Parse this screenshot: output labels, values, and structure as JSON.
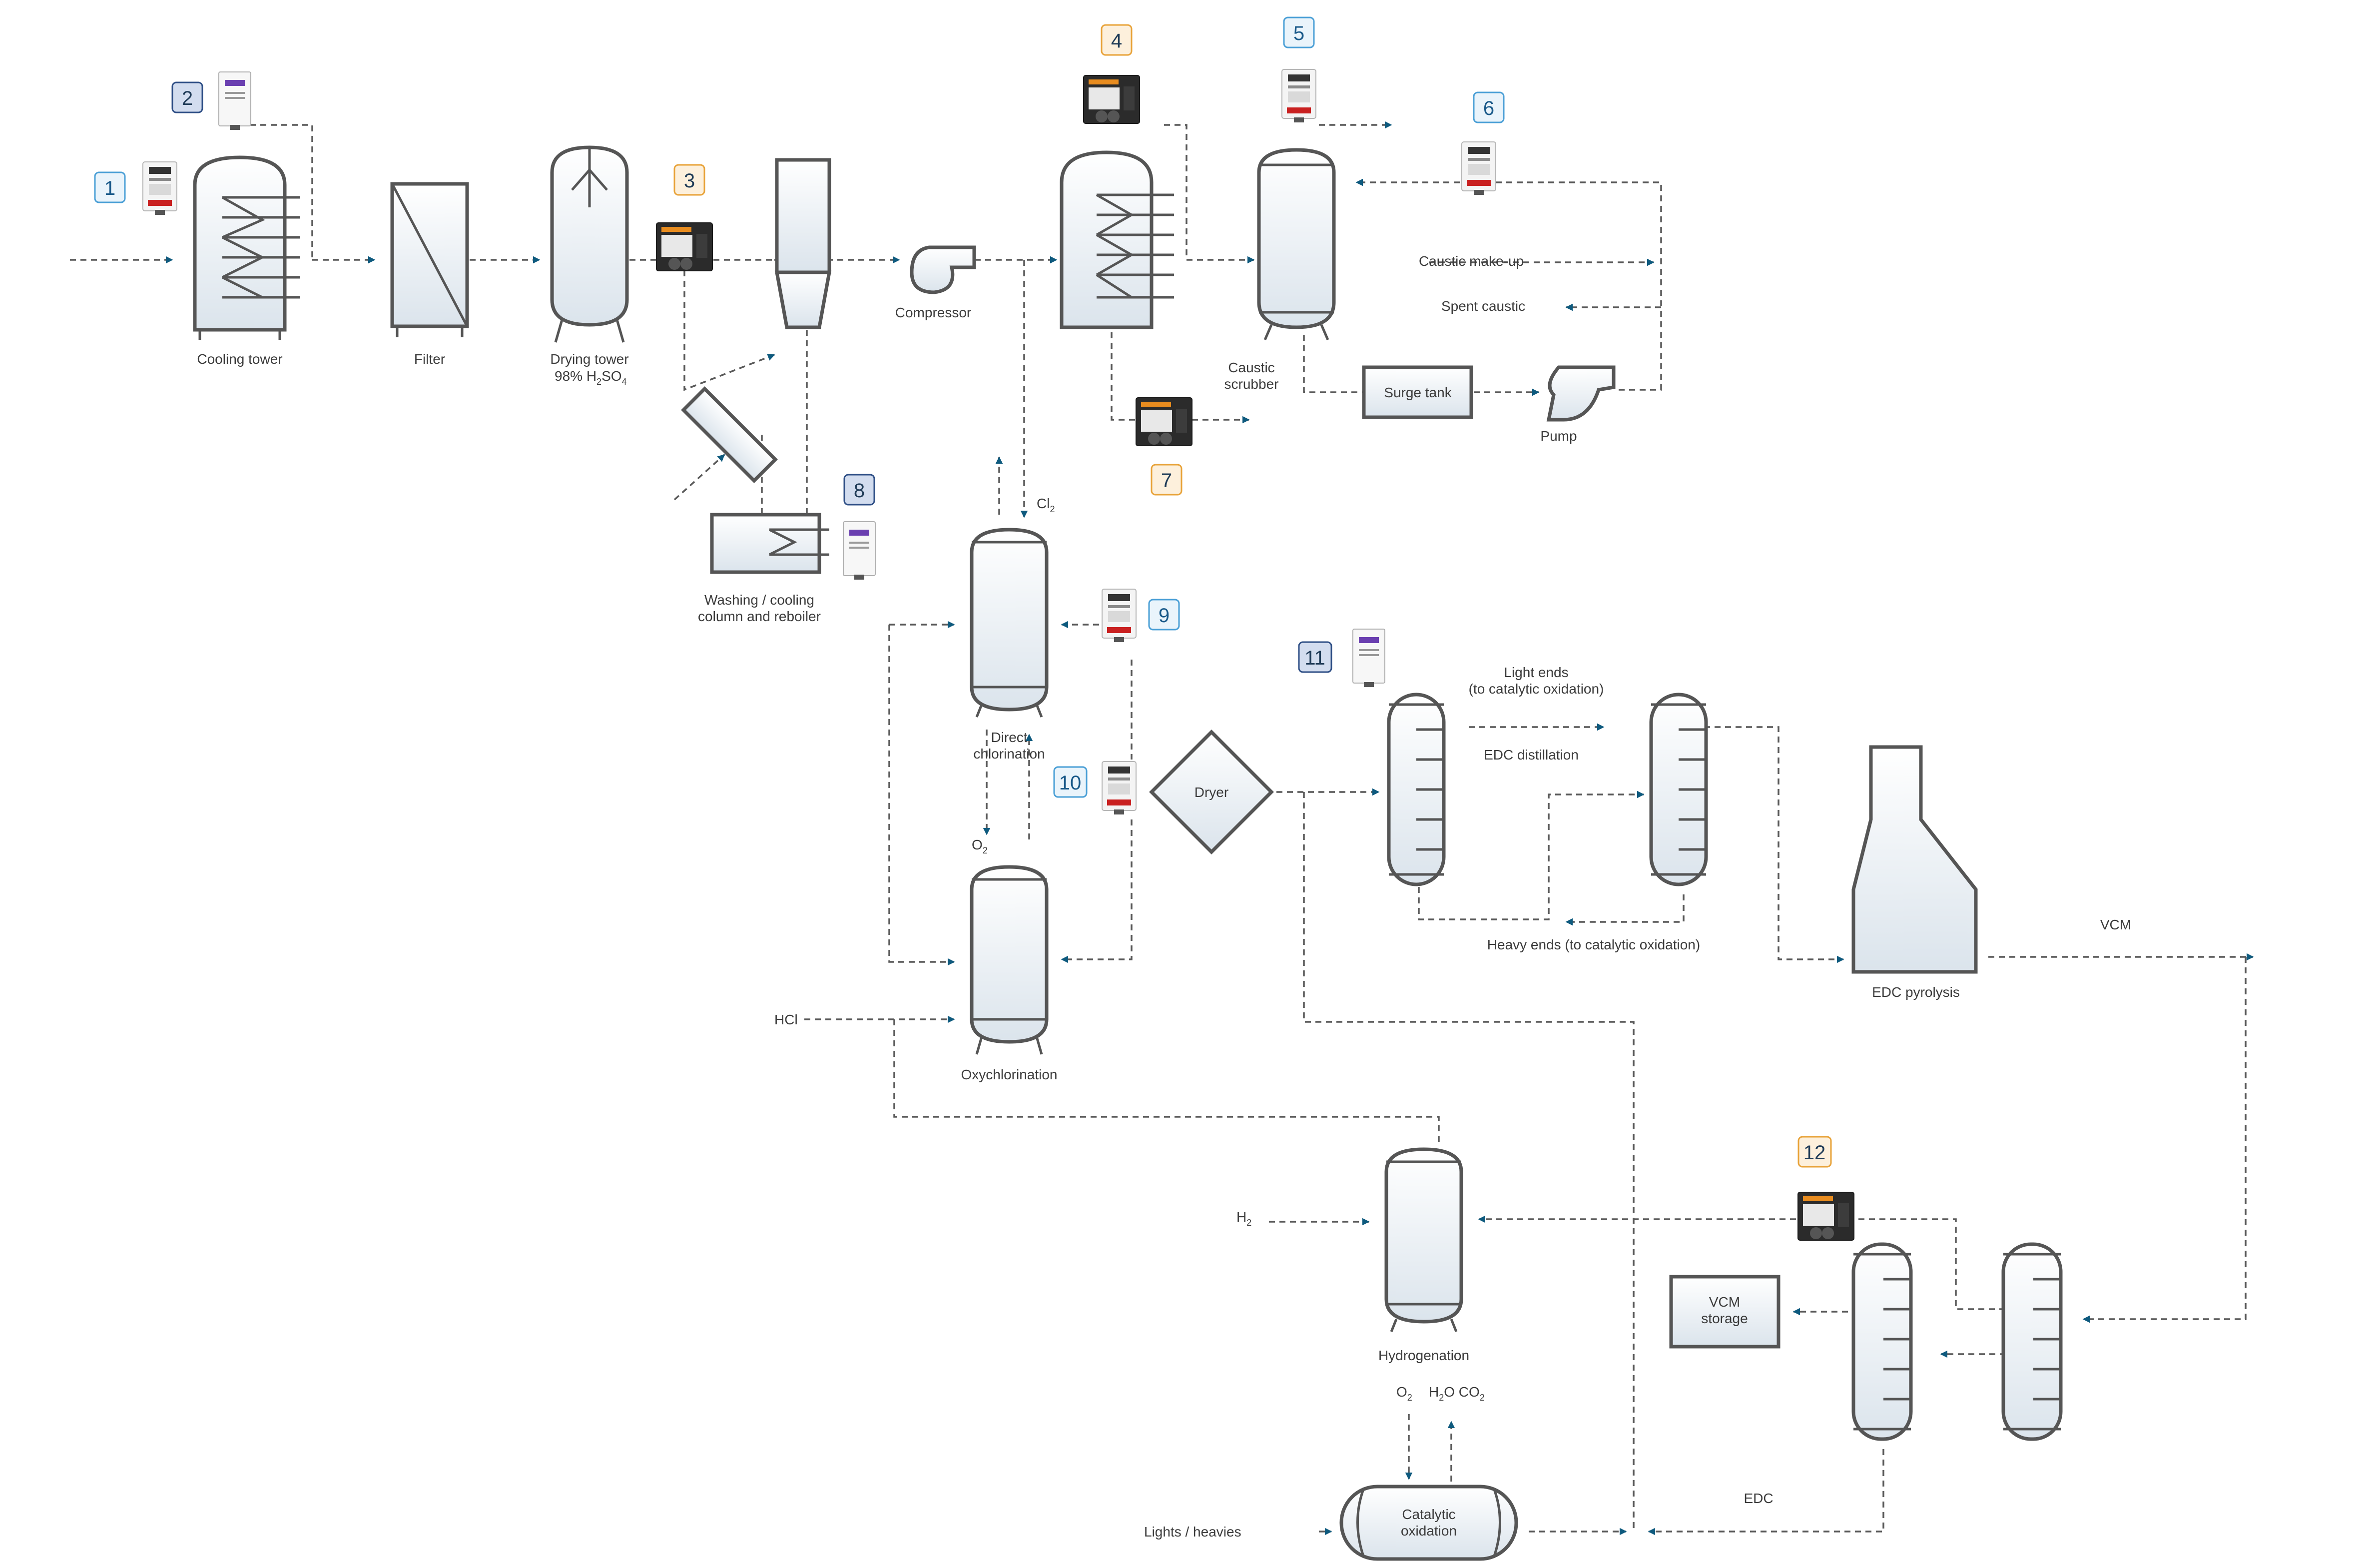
{
  "labels": {
    "cooling_tower": "Cooling tower",
    "filter": "Filter",
    "drying_tower": "Drying tower",
    "drying_tower_sub_pre": "98% H",
    "drying_tower_sub_mid": "SO",
    "compressor": "Compressor",
    "caustic_scrubber_1": "Caustic",
    "caustic_scrubber_2": "scrubber",
    "caustic_makeup": "Caustic make-up",
    "spent_caustic": "Spent caustic",
    "surge_tank": "Surge tank",
    "pump": "Pump",
    "washing_1": "Washing / cooling",
    "washing_2": "column and reboiler",
    "cl2": "Cl",
    "direct_chlorination_1": "Direct",
    "direct_chlorination_2": "chlorination",
    "o2_a": "O",
    "oxychlorination": "Oxychlorination",
    "hcl": "HCl",
    "dryer": "Dryer",
    "light_ends_1": "Light ends",
    "light_ends_2": "(to catalytic oxidation)",
    "edc_distillation": "EDC distillation",
    "heavy_ends": "Heavy ends (to catalytic oxidation)",
    "edc_pyrolysis": "EDC pyrolysis",
    "vcm": "VCM",
    "h2": "H",
    "hydrogenation": "Hydrogenation",
    "vcm_storage_1": "VCM",
    "vcm_storage_2": "storage",
    "o2_b": "O",
    "h2o_co2_1": "H",
    "h2o_co2_2": "O CO",
    "catalytic_1": "Catalytic",
    "catalytic_2": "oxidation",
    "lights_heavies": "Lights / heavies",
    "edc": "EDC",
    "sub2": "2",
    "sub4": "4"
  },
  "badges": [
    "1",
    "2",
    "3",
    "4",
    "5",
    "6",
    "7",
    "8",
    "9",
    "10",
    "11",
    "12"
  ],
  "colors": {
    "arrow": "#0e5a7e",
    "light_badge": "#4a9fd6",
    "orange_badge": "#e8a33a",
    "dark_badge": "#2f4f86",
    "vessel_fill_top": "#ffffff",
    "vessel_fill_bottom": "#dfe7ee"
  }
}
